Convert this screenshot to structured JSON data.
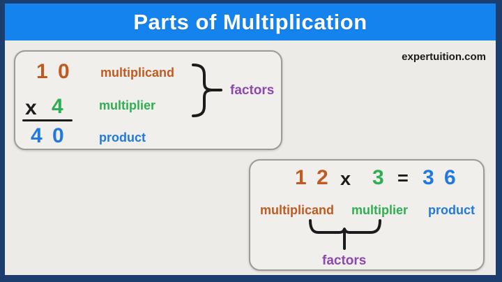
{
  "header": {
    "title": "Parts of Multiplication"
  },
  "watermark": "expertuition.com",
  "colors": {
    "frame_navy": "#1c3e6e",
    "header_blue": "#1583ee",
    "background": "#edebe8",
    "box_fill": "#f1efec",
    "box_border": "#9e9b97",
    "multiplicand_orange": "#bf5a22",
    "multiplier_green": "#2fae52",
    "product_blue": "#2279dd",
    "factors_purple": "#8c48ac",
    "ink_black": "#1b1b1b"
  },
  "vertical_example": {
    "multiplicand_value": "1 0",
    "multiplicand_label": "multiplicand",
    "multiply_sign": "x",
    "multiplier_value": "4",
    "multiplier_label": "multiplier",
    "product_value": "4 0",
    "product_label": "product",
    "factors_label": "factors"
  },
  "horizontal_example": {
    "multiplicand_value": "1 2",
    "multiply_sign": "x",
    "multiplier_value": "3",
    "equals_sign": "=",
    "product_value": "3 6",
    "multiplicand_label": "multiplicand",
    "multiplier_label": "multiplier",
    "product_label": "product",
    "factors_label": "factors"
  }
}
